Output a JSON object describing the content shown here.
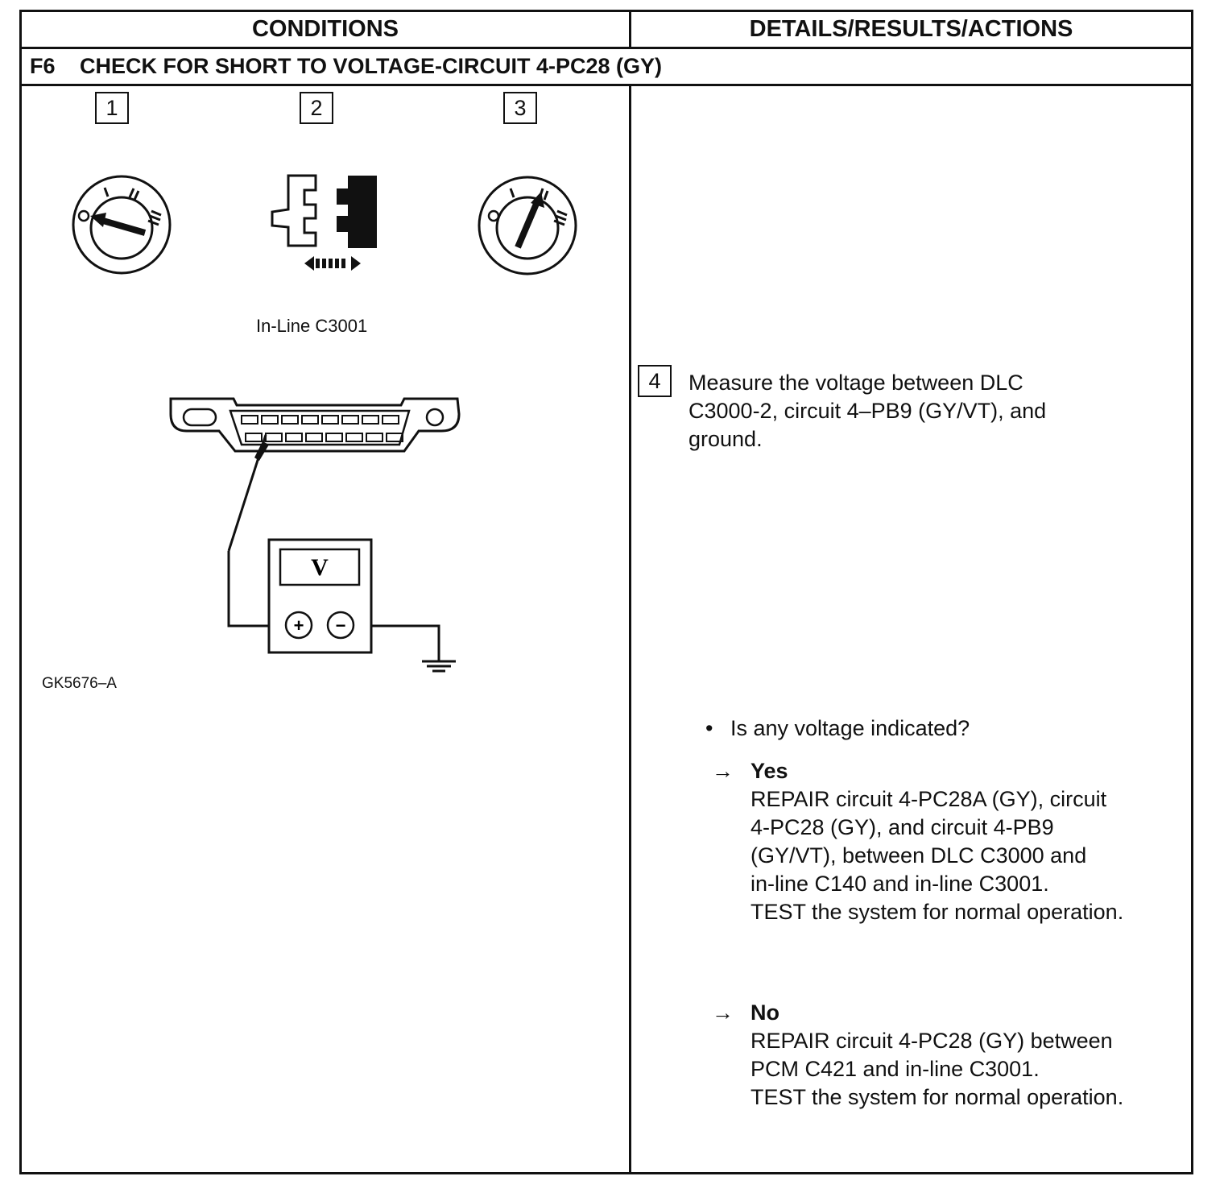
{
  "header": {
    "conditions": "CONDITIONS",
    "details": "DETAILS/RESULTS/ACTIONS"
  },
  "test": {
    "id": "F6",
    "title": "CHECK FOR SHORT TO VOLTAGE-CIRCUIT 4-PC28 (GY)"
  },
  "steps": {
    "s1": "1",
    "s2": "2",
    "s3": "3",
    "s4": "4"
  },
  "figure": {
    "connector_caption": "In-Line C3001",
    "meter_symbol": "V",
    "plus": "+",
    "minus": "−",
    "figure_id": "GK5676–A",
    "icons": [
      "ignition-off-icon",
      "connector-disconnect-icon",
      "ignition-run-icon",
      "dlc-connector-icon",
      "voltmeter-icon",
      "ground-icon"
    ]
  },
  "details": {
    "step4_text": "Measure the voltage between DLC\nC3000-2, circuit 4–PB9 (GY/VT), and\nground.",
    "bullet": "•",
    "question": "Is any voltage indicated?",
    "arrow": "→",
    "yes_label": "Yes",
    "yes_text": "REPAIR circuit 4-PC28A (GY), circuit\n4-PC28 (GY), and circuit 4-PB9\n(GY/VT), between DLC C3000 and\nin-line C140 and in-line C3001.\nTEST the system for normal operation.",
    "no_label": "No",
    "no_text": "REPAIR circuit 4-PC28 (GY) between\nPCM C421 and in-line C3001.\nTEST  the system for normal operation."
  }
}
